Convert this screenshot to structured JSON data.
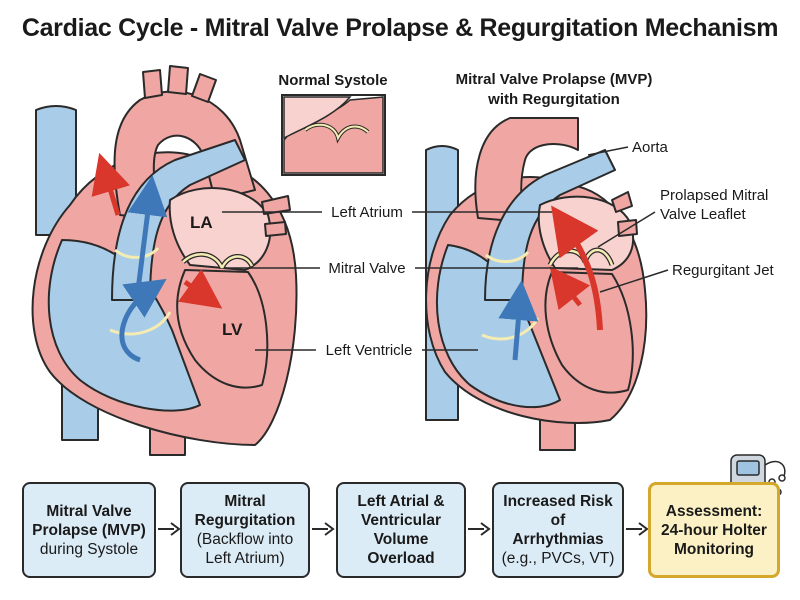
{
  "title": "Cardiac Cycle - Mitral Valve Prolapse & Regurgitation Mechanism",
  "inset": {
    "title": "Normal Systole"
  },
  "mvp_header": {
    "line1": "Mitral Valve Prolapse (MVP)",
    "line2": "with Regurgitation"
  },
  "chambers": {
    "la": "LA",
    "lv": "LV"
  },
  "labels": {
    "aorta": "Aorta",
    "left_atrium": "Left Atrium",
    "mitral_valve": "Mitral Valve",
    "left_ventricle": "Left Ventricle",
    "prolapsed_line1": "Prolapsed Mitral",
    "prolapsed_line2": "Valve Leaflet",
    "regurgitant_jet": "Regurgitant Jet"
  },
  "flow": [
    {
      "bold": "Mitral Valve",
      "bold2": "Prolapse (MVP)",
      "normal": "during Systole"
    },
    {
      "bold": "Mitral",
      "bold2": "Regurgitation",
      "normal": "(Backflow into",
      "normal2": "Left Atrium)"
    },
    {
      "bold": "Left Atrial &",
      "bold2": "Ventricular",
      "bold3": "Volume",
      "bold4": "Overload"
    },
    {
      "bold": "Increased Risk",
      "bold2": "of",
      "bold3": "Arrhythmias",
      "normal": "(e.g., PVCs, VT)"
    },
    {
      "bold": "Assessment:",
      "bold2": "24-hour Holter",
      "bold3": "Monitoring"
    }
  ],
  "colors": {
    "oxygenated": "#f0a7a3",
    "deoxygenated": "#a9cce8",
    "valve": "#f4ecb2",
    "highlight": "#fbf1c4"
  },
  "icons": [
    "holter-monitor-icon",
    "arrow-right-icon"
  ]
}
